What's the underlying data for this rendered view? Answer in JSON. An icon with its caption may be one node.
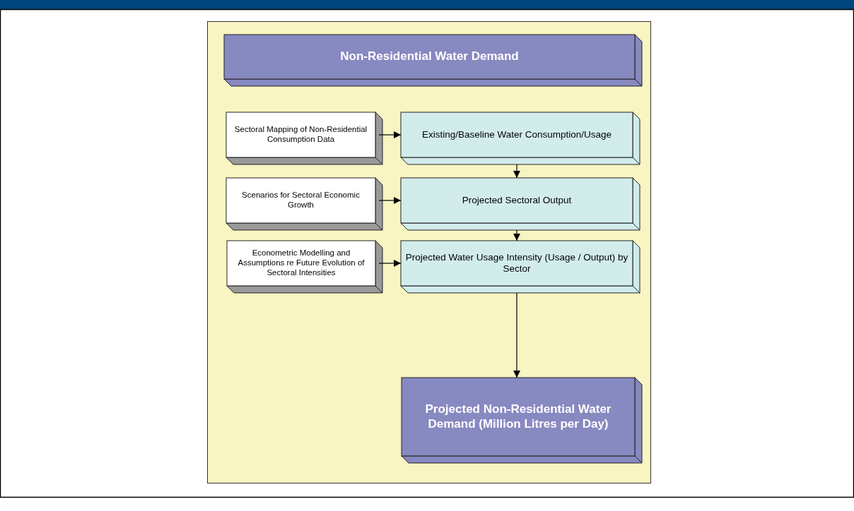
{
  "diagram": {
    "nodes": [
      {
        "text": [
          "Non-Residential Water Demand"
        ]
      },
      {
        "text": [
          "Sectoral Mapping of Non-Residential Consumption Data"
        ]
      },
      {
        "text": [
          "Existing/Baseline Water Consumption/Usage"
        ]
      },
      {
        "text": [
          "Scenarios for Sectoral Economic Growth"
        ]
      },
      {
        "text": [
          "Projected Sectoral Output"
        ]
      },
      {
        "text": [
          "Econometric Modelling and Assumptions re Future Evolution of Sectoral Intensities"
        ]
      },
      {
        "text": [
          "Projected Water Usage Intensity (Usage / Output) by Sector"
        ]
      },
      {
        "text": [
          "Projected Non-Residential Water Demand (Million Litres per Day)"
        ]
      }
    ],
    "edges": [
      {
        "from": 1,
        "to": 2,
        "arrow": "to"
      },
      {
        "from": 2,
        "to": 4,
        "arrow": "to"
      },
      {
        "from": 3,
        "to": 4,
        "arrow": "to"
      },
      {
        "from": 4,
        "to": 6,
        "arrow": "to"
      },
      {
        "from": 5,
        "to": 6,
        "arrow": "to"
      },
      {
        "from": 6,
        "to": 7,
        "arrow": "to"
      }
    ]
  }
}
